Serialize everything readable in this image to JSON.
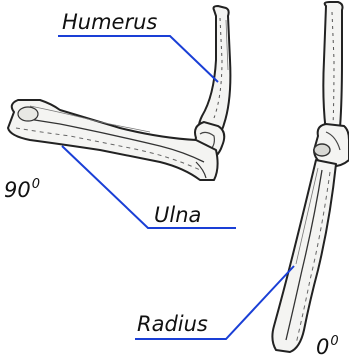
{
  "labels": {
    "humerus": "Humerus",
    "ulna": "Ulna",
    "radius": "Radius"
  },
  "angles": {
    "flexed": {
      "value": "90",
      "unit": "0"
    },
    "extended": {
      "value": "0",
      "unit": "0"
    }
  },
  "colors": {
    "leader_line": "#1a3fd6",
    "bone_outline": "#222222",
    "bone_fill": "#f4f4f2",
    "shading": "#555555",
    "background": "#ffffff"
  }
}
